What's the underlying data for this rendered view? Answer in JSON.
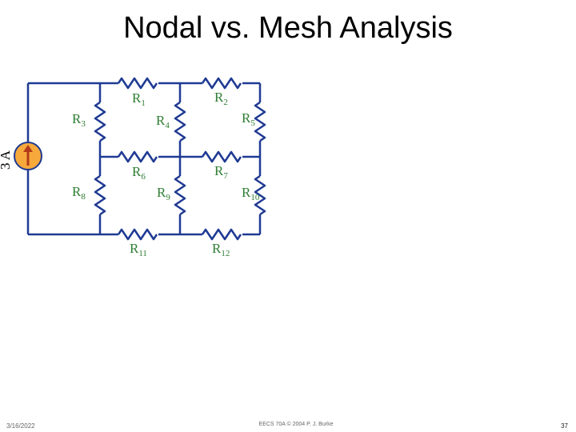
{
  "slide": {
    "title": "Nodal vs. Mesh Analysis",
    "date": "3/16/2022",
    "credit": "EECS 70A © 2004 P. J. Burke",
    "page_number": "37"
  },
  "circuit": {
    "source": {
      "label": "3 A",
      "type": "current-source",
      "direction": "up"
    },
    "resistors": [
      {
        "name": "R",
        "sub": "1"
      },
      {
        "name": "R",
        "sub": "2"
      },
      {
        "name": "R",
        "sub": "3"
      },
      {
        "name": "R",
        "sub": "4"
      },
      {
        "name": "R",
        "sub": "5"
      },
      {
        "name": "R",
        "sub": "6"
      },
      {
        "name": "R",
        "sub": "7"
      },
      {
        "name": "R",
        "sub": "8"
      },
      {
        "name": "R",
        "sub": "9"
      },
      {
        "name": "R",
        "sub": "10"
      },
      {
        "name": "R",
        "sub": "11"
      },
      {
        "name": "R",
        "sub": "12"
      }
    ],
    "colors": {
      "resistor": "#1f3a93",
      "wire": "#1f3a93",
      "label": "#2e7d32",
      "source_fill": "#f7a93b",
      "source_arrow": "#b23a1a"
    }
  }
}
